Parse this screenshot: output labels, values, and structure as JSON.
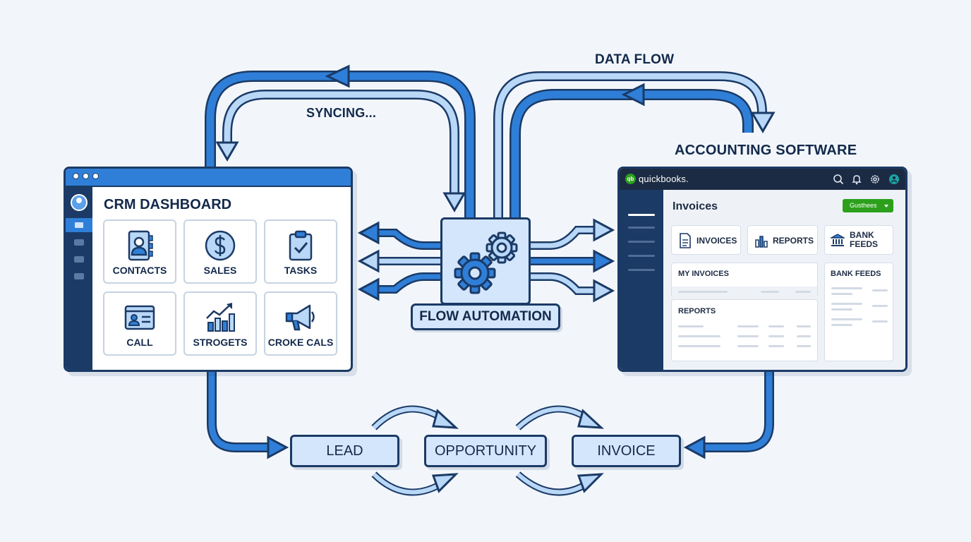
{
  "labels": {
    "syncing": "SYNCING...",
    "data_flow": "DATA FLOW",
    "accounting_software": "ACCOUNTING SOFTWARE",
    "flow_automation": "FLOW AUTOMATION"
  },
  "crm": {
    "title": "CRM DASHBOARD",
    "tiles": [
      {
        "label": "CONTACTS",
        "icon": "contacts-book-icon"
      },
      {
        "label": "SALES",
        "icon": "dollar-coin-icon"
      },
      {
        "label": "TASKS",
        "icon": "clipboard-check-icon"
      },
      {
        "label": "CALL",
        "icon": "id-card-icon"
      },
      {
        "label": "STROGETS",
        "icon": "bar-chart-trend-icon"
      },
      {
        "label": "CROKE CALS",
        "icon": "megaphone-icon"
      }
    ]
  },
  "accounting": {
    "brand": "quickbooks.",
    "heading": "Invoices",
    "action_button": "Gusthees",
    "shortcuts": [
      {
        "label": "INVOICES",
        "icon": "document-icon"
      },
      {
        "label": "REPORTS",
        "icon": "bar-chart-icon"
      },
      {
        "label_line1": "BANK",
        "label_line2": "FEEDS",
        "icon": "bank-icon"
      }
    ],
    "panels": {
      "my_invoices": "MY INVOICES",
      "bank_feeds": "BANK FEEDS",
      "reports": "REPORTS"
    }
  },
  "pipeline": {
    "stages": [
      "LEAD",
      "OPPORTUNITY",
      "INVOICE"
    ]
  },
  "colors": {
    "arrow_dark": "#2f7fd8",
    "arrow_light": "#b9d7f7",
    "outline": "#1b3a66",
    "box_fill": "#d4e6fb",
    "accent_green": "#2ca01c"
  }
}
